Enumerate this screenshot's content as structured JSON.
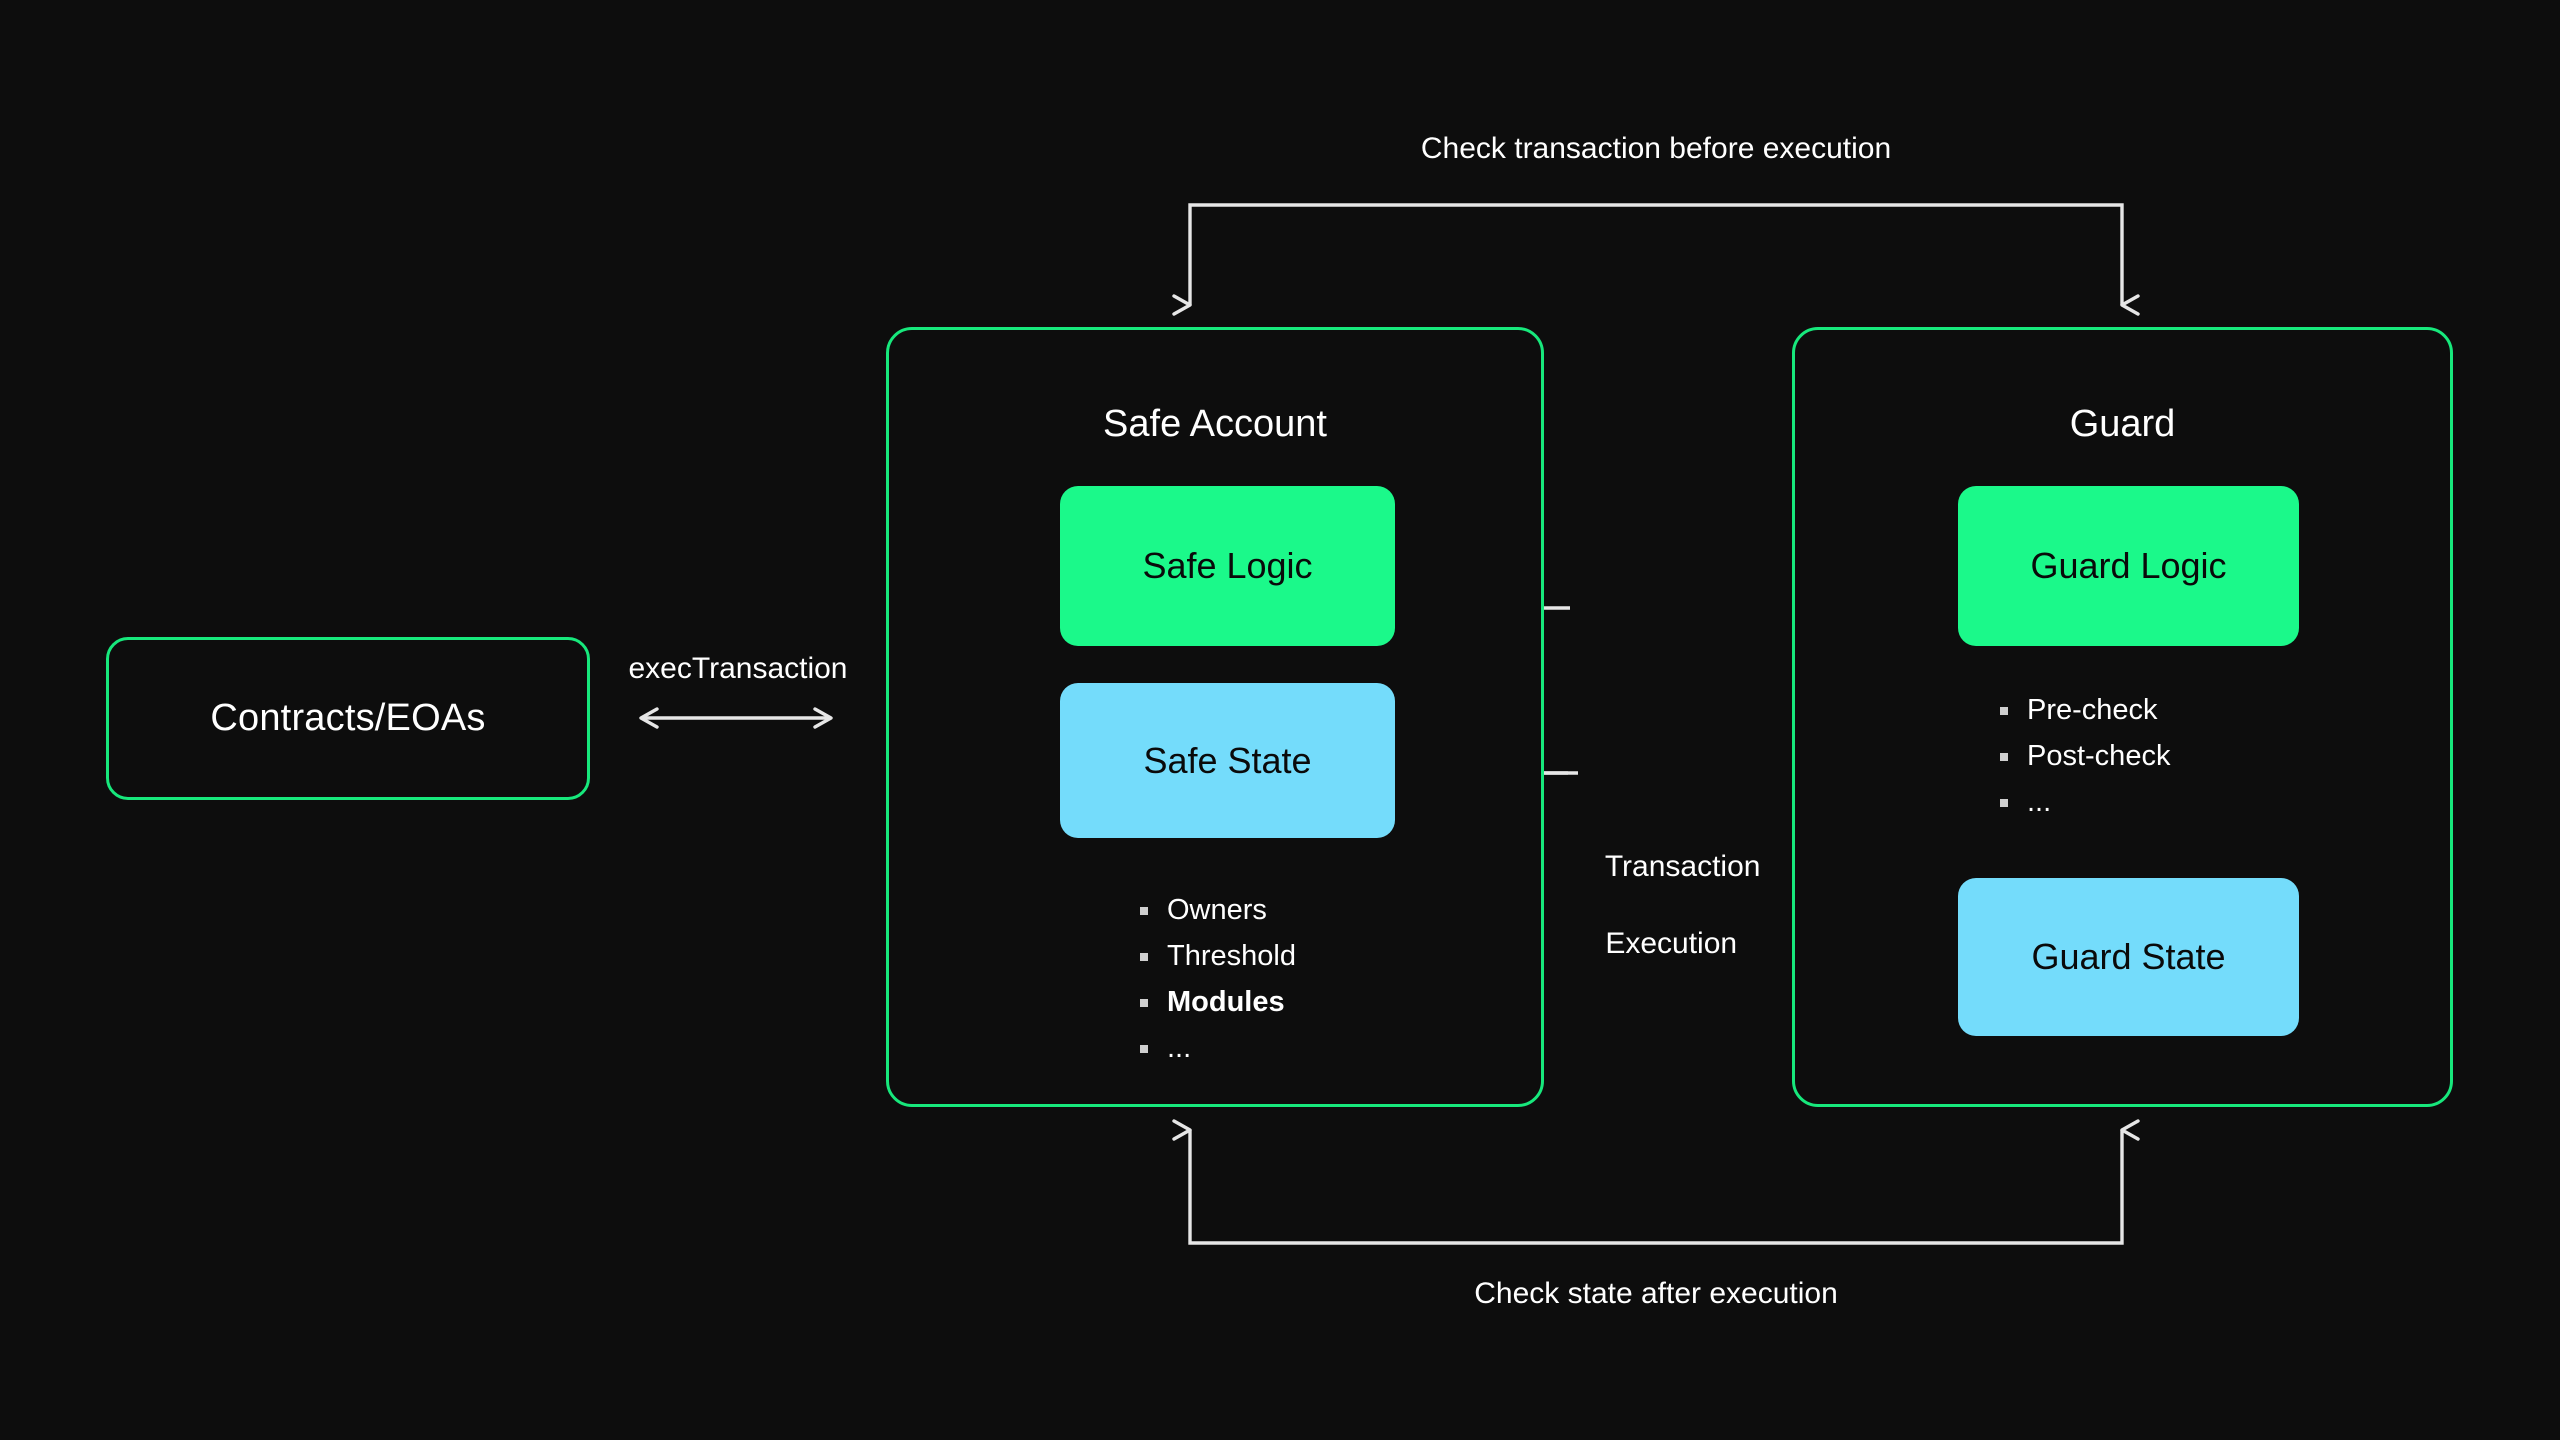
{
  "diagram": {
    "title": "Safe Account and Guard transaction flow",
    "background_color": "#0d0d0d",
    "accent_green": "#17e87c",
    "chip_green": "#1bf98a",
    "chip_cyan": "#74dcfb",
    "line_color": "#e6e6e6",
    "text_color": "#ffffff"
  },
  "nodes": {
    "contracts": {
      "label": "Contracts/EOAs"
    },
    "safe_account": {
      "title": "Safe Account",
      "logic_chip": "Safe Logic",
      "state_chip": "Safe State",
      "bullets": [
        {
          "text": "Owners",
          "bold": false
        },
        {
          "text": "Threshold",
          "bold": false
        },
        {
          "text": "Modules",
          "bold": true
        },
        {
          "text": "...",
          "bold": false
        }
      ]
    },
    "guard": {
      "title": "Guard",
      "logic_chip": "Guard Logic",
      "state_chip": "Guard State",
      "bullets": [
        {
          "text": "Pre-check",
          "bold": false
        },
        {
          "text": "Post-check",
          "bold": false
        },
        {
          "text": "...",
          "bold": false
        }
      ]
    }
  },
  "edges": {
    "exec_transaction": {
      "label": "execTransaction",
      "arrow_type": "bidirectional-horizontal"
    },
    "check_before": {
      "label": "Check transaction before execution",
      "arrow_type": "bracket-down-both-ends"
    },
    "check_after": {
      "label": "Check state after execution",
      "arrow_type": "bracket-up-both-ends"
    },
    "transaction_execution": {
      "label_line1": "Transaction",
      "label_line2": "Execution",
      "arrow_type": "self-loop-left"
    }
  }
}
